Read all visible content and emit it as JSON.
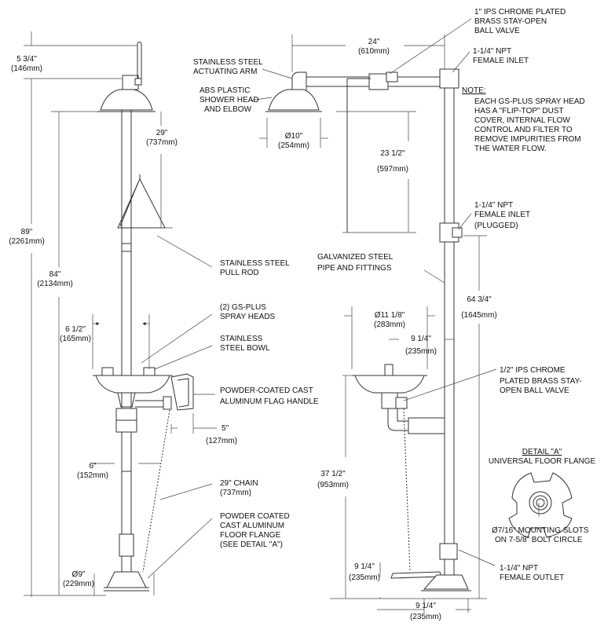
{
  "labels": {
    "d_5_34": "5 3/4\"",
    "d_146": "(146mm)",
    "d_89": "89\"",
    "d_2261": "(2261mm)",
    "d_84": "84\"",
    "d_2134": "(2134mm)",
    "d_29": "29\"",
    "d_737": "(737mm)",
    "pull_rod_1": "STAINLESS STEEL",
    "pull_rod_2": "PULL ROD",
    "d_6_12": "6 1/2\"",
    "d_165": "(165mm)",
    "gs_1": "(2) GS-PLUS",
    "gs_2": "SPRAY HEADS",
    "bowl_1": "STAINLESS",
    "bowl_2": "STEEL BOWL",
    "flag_1": "POWDER-COATED CAST",
    "flag_2": "ALUMINUM FLAG HANDLE",
    "d_5": "5\"",
    "d_127": "(127mm)",
    "d_6": "6\"",
    "d_152": "(152mm)",
    "chain_1": "29\" CHAIN",
    "chain_2": "(737mm)",
    "floor_1": "POWDER COATED",
    "floor_2": "CAST ALUMINUM",
    "floor_3": "FLOOR FLANGE",
    "floor_4": "(SEE DETAIL \"A\")",
    "d_9": "Ø9\"",
    "d_229": "(229mm)",
    "actuating_1": "STAINLESS STEEL",
    "actuating_2": "ACTUATING ARM",
    "abs_1": "ABS PLASTIC",
    "abs_2": "SHOWER HEAD",
    "abs_3": "AND ELBOW",
    "d_24": "24\"",
    "d_610": "(610mm)",
    "ips_1": "1\" IPS CHROME PLATED",
    "ips_2": "BRASS STAY-OPEN",
    "ips_3": "BALL VALVE",
    "inlet_1": "1-1/4\" NPT",
    "inlet_2": "FEMALE INLET",
    "note_title": "NOTE:",
    "note_1": "EACH GS-PLUS SPRAY HEAD",
    "note_2": "HAS A \"FLIP-TOP\" DUST",
    "note_3": "COVER, INTERNAL FLOW",
    "note_4": "CONTROL AND FILTER TO",
    "note_5": "REMOVE IMPURITIES FROM",
    "note_6": "THE WATER FLOW.",
    "d_10": "Ø10\"",
    "d_254": "(254mm)",
    "d_23_12": "23 1/2\"",
    "d_597": "(597mm)",
    "plugged_1": "1-1/4\" NPT",
    "plugged_2": "FEMALE INLET",
    "plugged_3": "(PLUGGED)",
    "galv_1": "GALVANIZED STEEL",
    "galv_2": "PIPE AND FITTINGS",
    "d_64_34": "64 3/4\"",
    "d_1645": "(1645mm)",
    "d_11_18": "Ø11 1/8\"",
    "d_283": "(283mm)",
    "d_9_14_a": "9 1/4\"",
    "d_235_a": "(235mm)",
    "half_1": "1/2\" IPS CHROME",
    "half_2": "PLATED BRASS STAY-",
    "half_3": "OPEN BALL VALVE",
    "detail_title": "DETAIL \"A\"",
    "detail_sub": "UNIVERSAL FLOOR FLANGE",
    "slots_1": "Ø7/16\" MOUNTING SLOTS",
    "slots_2": "ON 7-5/8\" BOLT CIRCLE",
    "d_37_12": "37 1/2\"",
    "d_953": "(953mm)",
    "d_9_14_b": "9 1/4\"",
    "d_235_b": "(235mm)",
    "outlet_1": "1-1/4\" NPT",
    "outlet_2": "FEMALE OUTLET",
    "d_9_14_c": "9 1/4\"",
    "d_235_c": "(235mm)"
  }
}
